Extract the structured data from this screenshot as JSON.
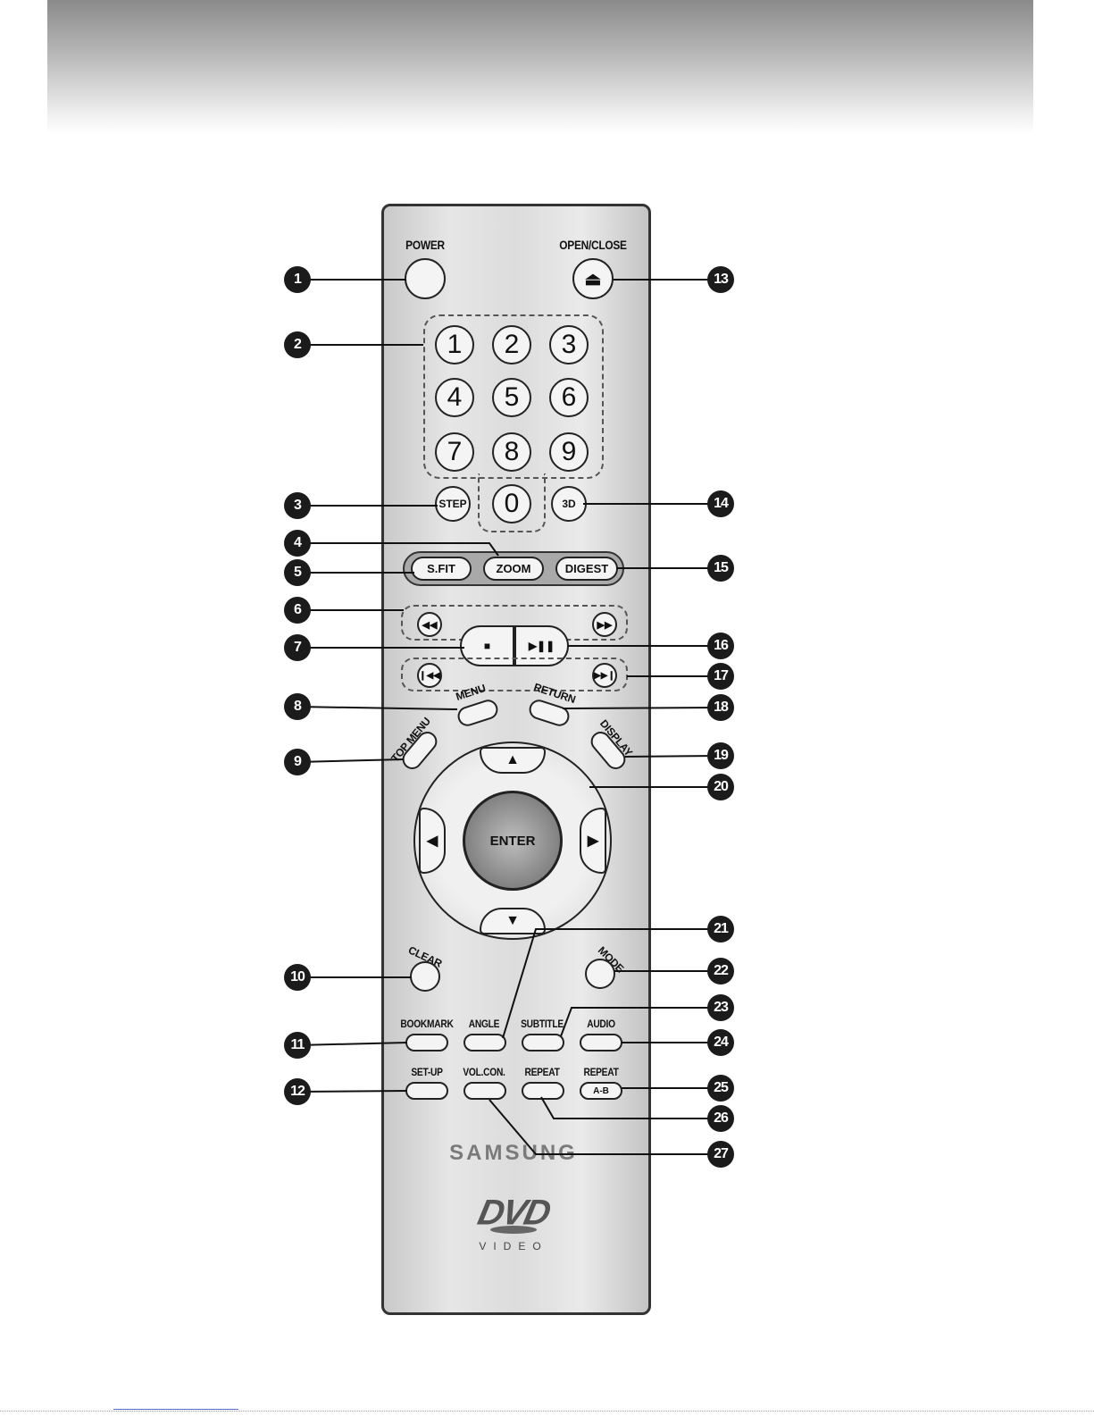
{
  "remote": {
    "labels": {
      "power": "POWER",
      "open_close": "OPEN/CLOSE",
      "step": "STEP",
      "three_d": "3D",
      "sfit": "S.FIT",
      "zoom": "ZOOM",
      "digest": "DIGEST",
      "menu": "MENU",
      "return": "RETURN",
      "top_menu": "TOP MENU",
      "display": "DISPLAY",
      "enter": "ENTER",
      "clear": "CLEAR",
      "mode": "MODE",
      "bookmark": "BOOKMARK",
      "angle": "ANGLE",
      "subtitle": "SUBTITLE",
      "audio": "AUDIO",
      "setup": "SET-UP",
      "volcon": "VOL.CON.",
      "repeat": "REPEAT",
      "repeat2": "REPEAT",
      "ab": "A-B"
    },
    "digits": [
      "1",
      "2",
      "3",
      "4",
      "5",
      "6",
      "7",
      "8",
      "9",
      "0"
    ],
    "brand": "SAMSUNG",
    "logo_text": "DVD",
    "logo_sub": "VIDEO"
  },
  "callouts": [
    "1",
    "2",
    "3",
    "4",
    "5",
    "6",
    "7",
    "8",
    "9",
    "10",
    "11",
    "12",
    "13",
    "14",
    "15",
    "16",
    "17",
    "18",
    "19",
    "20",
    "21",
    "22",
    "23",
    "24",
    "25",
    "26",
    "27"
  ]
}
